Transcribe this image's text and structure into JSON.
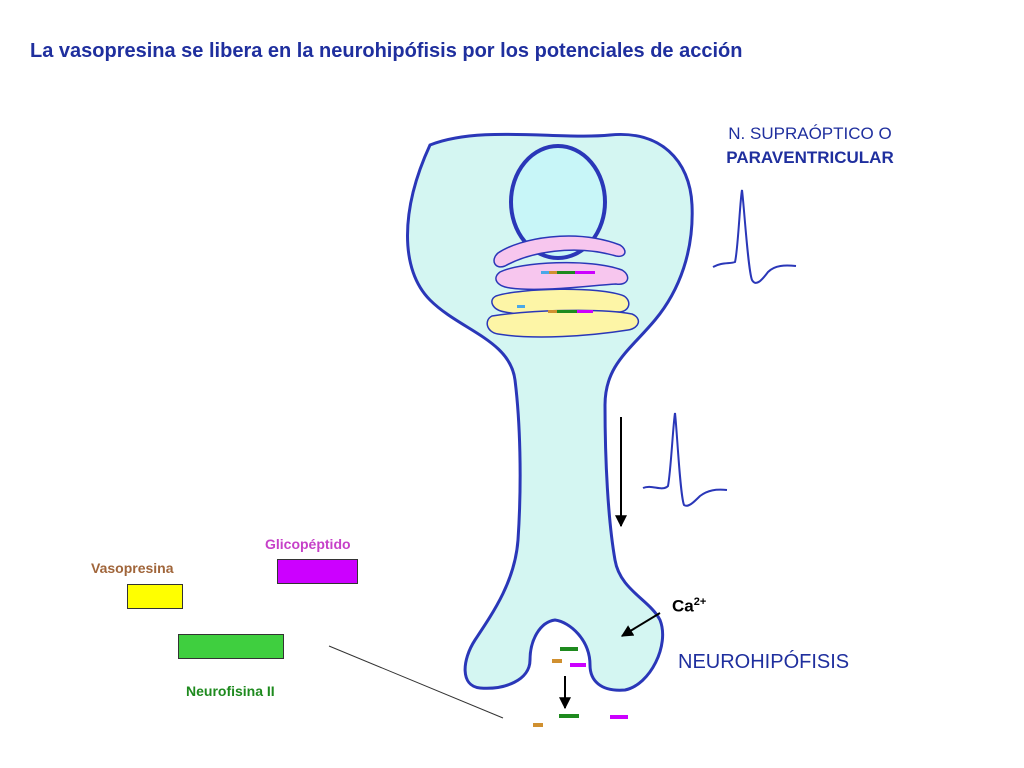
{
  "title": "La vasopresina se libera en la neurohipófisis por los potenciales de acción",
  "nucleus_label": {
    "line1": "N. SUPRAÓPTICO O",
    "line2": "PARAVENTRICULAR"
  },
  "neurohypophysis_label": "NEUROHIPÓFISIS",
  "calcium_label": {
    "base": "Ca",
    "charge": "2+"
  },
  "legend": {
    "vasopressin": {
      "label": "Vasopresina",
      "color": "#ffff00"
    },
    "glycopeptide": {
      "label": "Glicopéptido",
      "color": "#cc00ff"
    },
    "neurophysin": {
      "label": "Neurofisina II",
      "color": "#3fcf3f"
    }
  },
  "colors": {
    "cell_fill": "#d4f6f2",
    "cell_stroke": "#2a37b8",
    "nucleus_fill": "#c8f6f8",
    "golgi_pink": "#f7c6ee",
    "golgi_yellow": "#fdf5a6",
    "title_blue": "#1f2f9e"
  }
}
